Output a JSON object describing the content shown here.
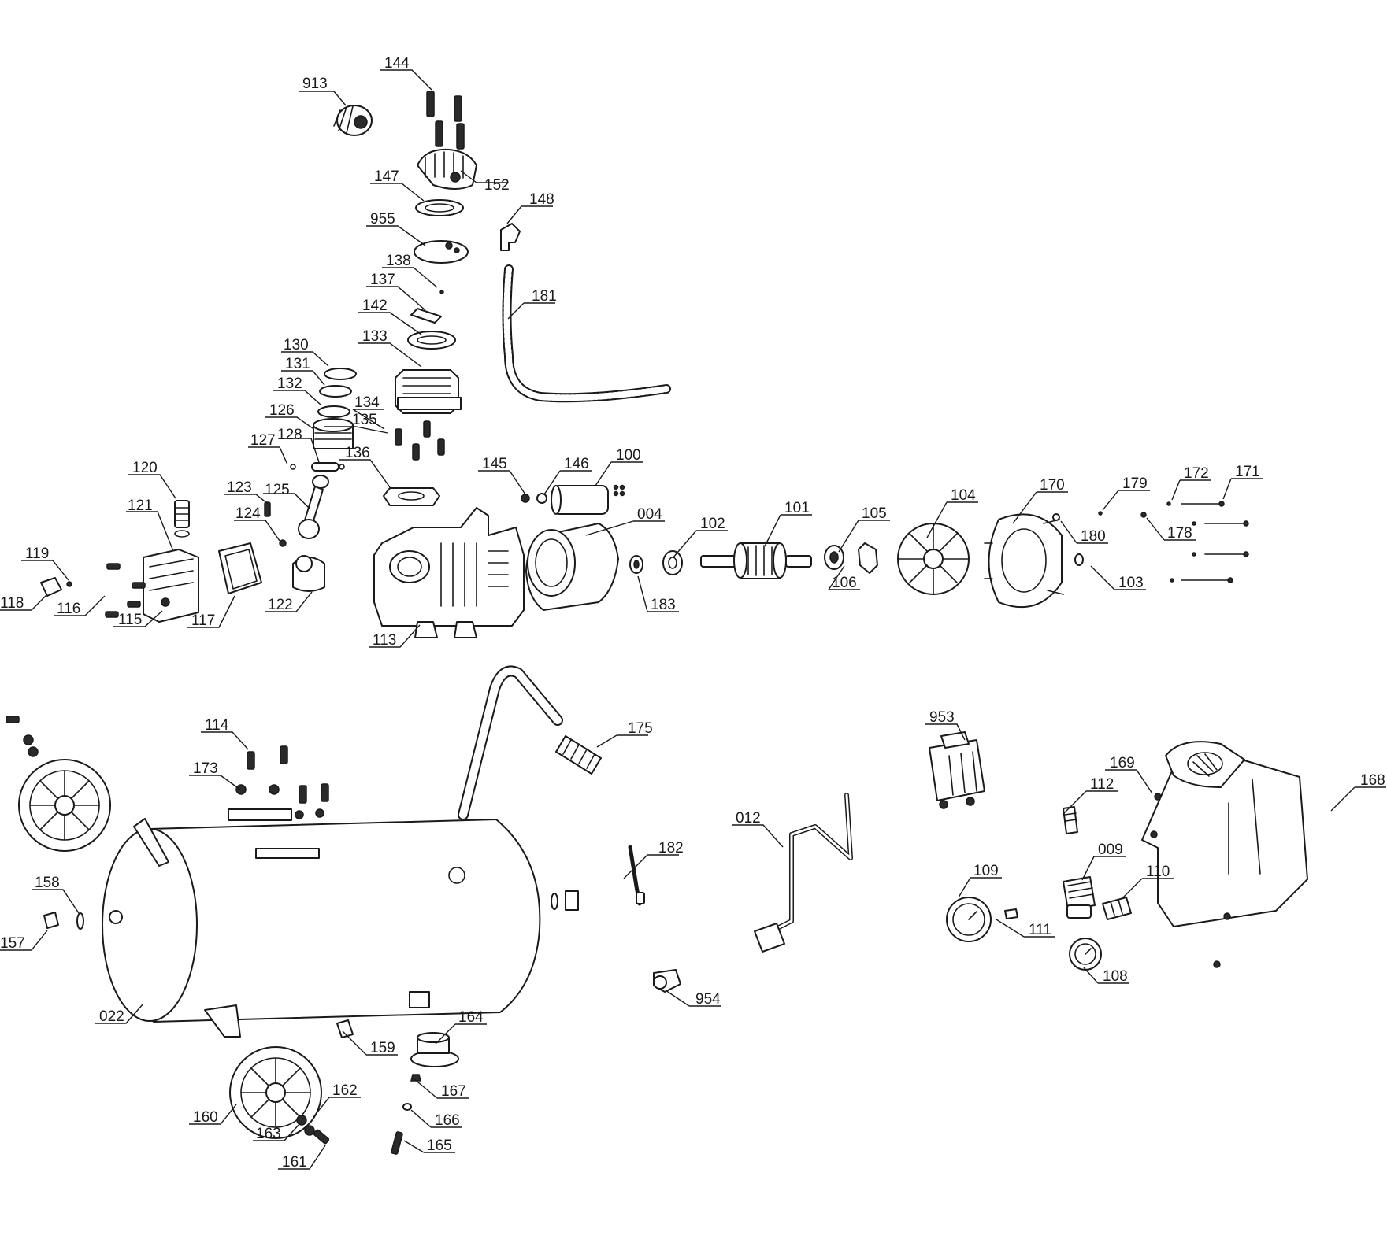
{
  "labels": [
    "144",
    "913",
    "152",
    "147",
    "955",
    "148",
    "138",
    "137",
    "181",
    "142",
    "133",
    "130",
    "131",
    "132",
    "134",
    "135",
    "126",
    "128",
    "127",
    "136",
    "145",
    "146",
    "100",
    "120",
    "123",
    "125",
    "121",
    "124",
    "004",
    "102",
    "101",
    "105",
    "104",
    "170",
    "179",
    "172",
    "171",
    "180",
    "178",
    "119",
    "118",
    "116",
    "115",
    "117",
    "122",
    "113",
    "183",
    "106",
    "103",
    "114",
    "175",
    "173",
    "953",
    "169",
    "168",
    "112",
    "012",
    "182",
    "158",
    "009",
    "110",
    "109",
    "157",
    "111",
    "108",
    "022",
    "954",
    "164",
    "159",
    "167",
    "160",
    "162",
    "166",
    "163",
    "165",
    "161"
  ]
}
